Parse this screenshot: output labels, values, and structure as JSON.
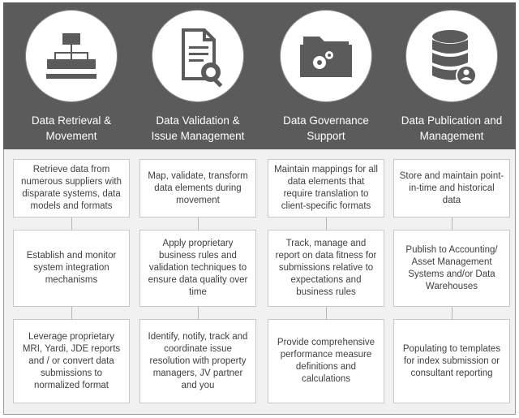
{
  "columns": [
    {
      "title_line1": "Data Retrieval &",
      "title_line2": "Movement",
      "icon": "hierarchy-icon",
      "items": [
        "Retrieve data from numerous suppliers with disparate systems, data models and formats",
        "Establish and monitor system integration mechanisms",
        "Leverage proprietary MRI, Yardi, JDE reports and / or convert data submissions to normalized format"
      ]
    },
    {
      "title_line1": "Data Validation &",
      "title_line2": "Issue Management",
      "icon": "document-search-icon",
      "items": [
        "Map, validate, transform data elements during movement",
        "Apply proprietary business rules and validation techniques to ensure data quality over time",
        "Identify, notify, track and coordinate issue resolution with property managers, JV partner and you"
      ]
    },
    {
      "title_line1": "Data Governance",
      "title_line2": "Support",
      "icon": "folder-gears-icon",
      "items": [
        "Maintain mappings for all data elements that require translation to client-specific formats",
        "Track, manage and report on data fitness for submissions relative to expectations and business rules",
        "Provide comprehensive performance measure definitions and calculations"
      ]
    },
    {
      "title_line1": "Data Publication and",
      "title_line2": "Management",
      "icon": "database-user-icon",
      "items": [
        "Store and maintain point- in-time and historical data",
        "Publish to Accounting/ Asset Management Systems and/or Data Warehouses",
        "Populating to templates for index submission or consultant reporting"
      ]
    }
  ],
  "colors": {
    "header": "#5b5b5b",
    "body": "#f1f1f1",
    "icon": "#5b5b5b"
  }
}
